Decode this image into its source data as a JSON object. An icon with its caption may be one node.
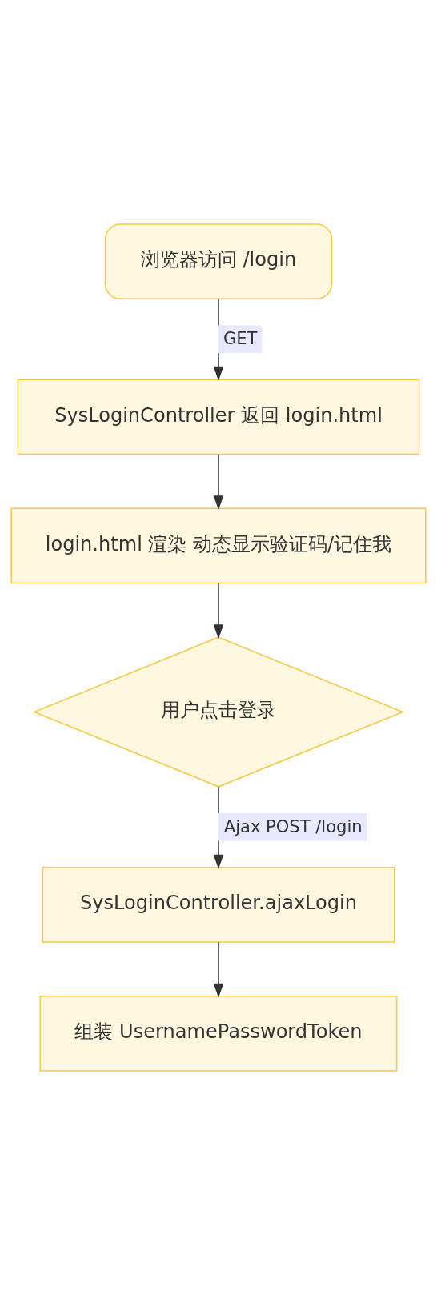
{
  "diagram": {
    "nodes": [
      {
        "text": [
          "浏览器访问 /login"
        ]
      },
      {
        "text": [
          "SysLoginController 返回 login.html"
        ]
      },
      {
        "text": [
          "login.html 渲染 动态显示验证码/记住我"
        ]
      },
      {
        "text": [
          "用户点击登录"
        ]
      },
      {
        "text": [
          "SysLoginController.ajaxLogin"
        ]
      },
      {
        "text": [
          "组装 UsernamePasswordToken"
        ]
      }
    ],
    "edges": [
      {
        "from": 0,
        "to": 1,
        "arrow": "to",
        "label": "GET"
      },
      {
        "from": 1,
        "to": 2,
        "arrow": "to"
      },
      {
        "from": 2,
        "to": 3,
        "arrow": "to"
      },
      {
        "from": 3,
        "to": 4,
        "arrow": "to",
        "label": "Ajax POST /login"
      },
      {
        "from": 4,
        "to": 5,
        "arrow": "to"
      }
    ]
  }
}
